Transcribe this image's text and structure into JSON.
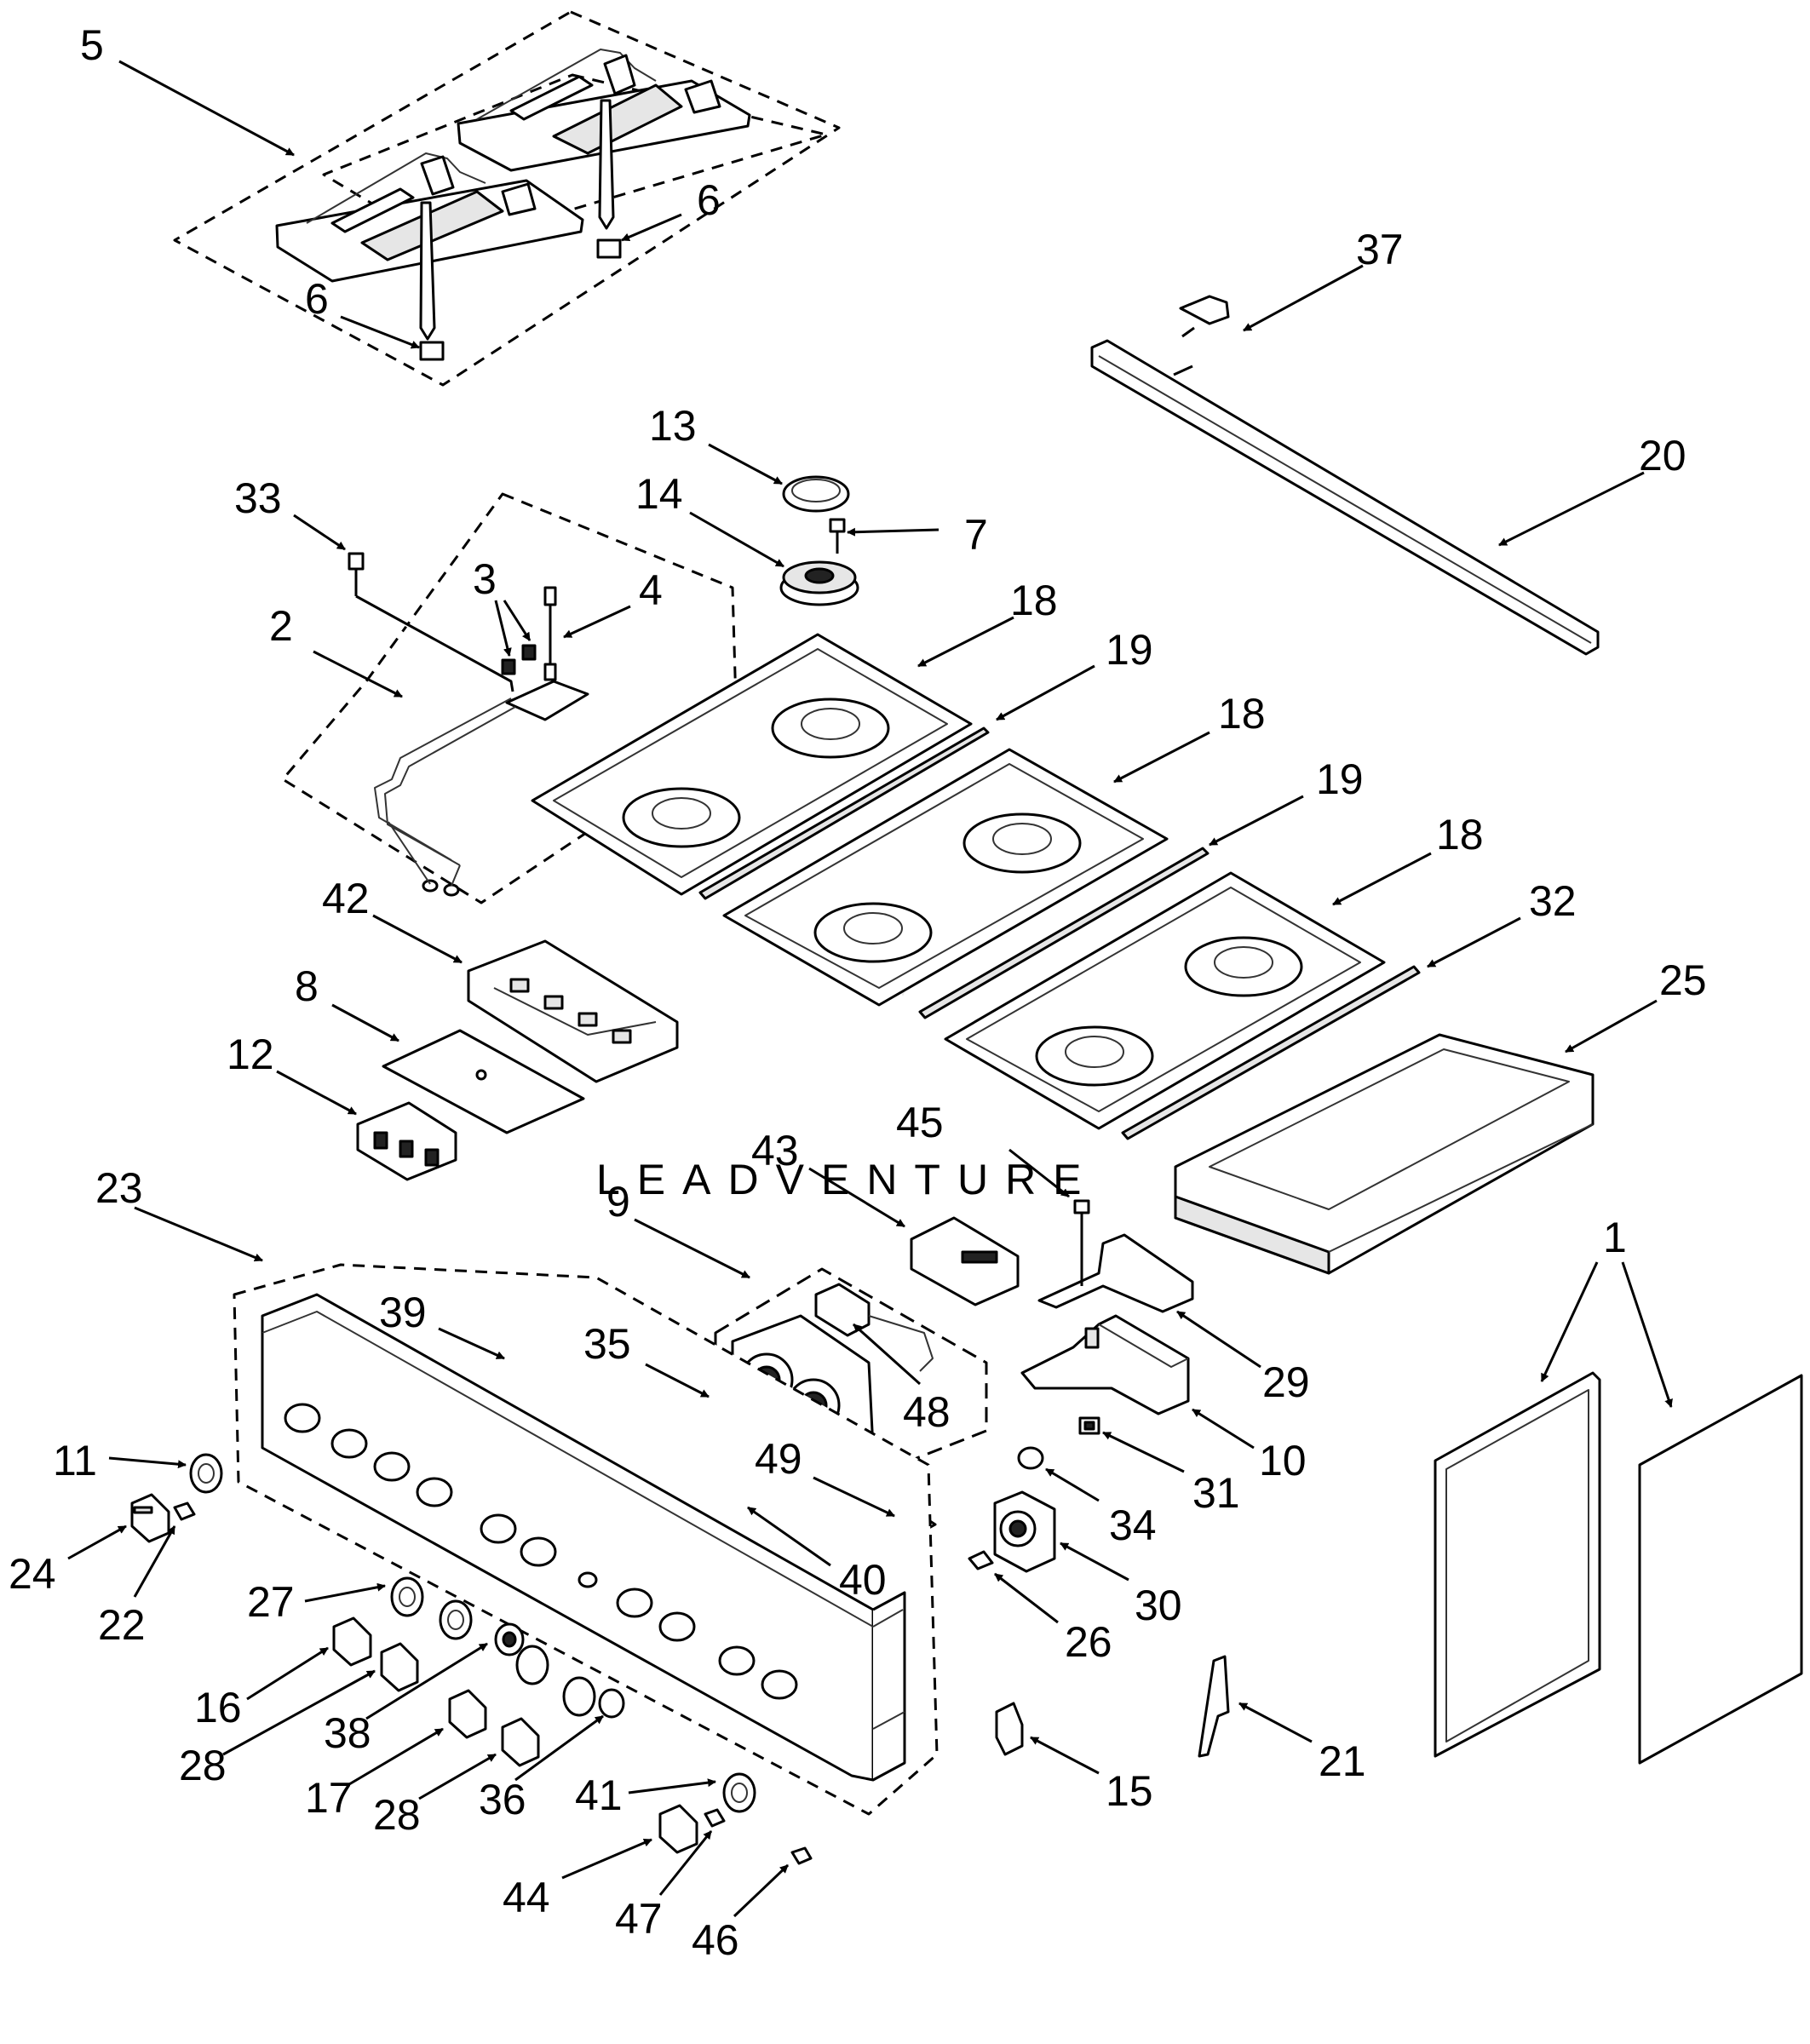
{
  "watermark": "LEADVENTURE",
  "callouts": [
    {
      "id": "5",
      "label": "5"
    },
    {
      "id": "6a",
      "label": "6"
    },
    {
      "id": "6b",
      "label": "6"
    },
    {
      "id": "37",
      "label": "37"
    },
    {
      "id": "20",
      "label": "20"
    },
    {
      "id": "13",
      "label": "13"
    },
    {
      "id": "14",
      "label": "14"
    },
    {
      "id": "7",
      "label": "7"
    },
    {
      "id": "33",
      "label": "33"
    },
    {
      "id": "3",
      "label": "3"
    },
    {
      "id": "4",
      "label": "4"
    },
    {
      "id": "2",
      "label": "2"
    },
    {
      "id": "18a",
      "label": "18"
    },
    {
      "id": "19a",
      "label": "19"
    },
    {
      "id": "18b",
      "label": "18"
    },
    {
      "id": "19b",
      "label": "19"
    },
    {
      "id": "18c",
      "label": "18"
    },
    {
      "id": "32",
      "label": "32"
    },
    {
      "id": "25",
      "label": "25"
    },
    {
      "id": "42",
      "label": "42"
    },
    {
      "id": "8",
      "label": "8"
    },
    {
      "id": "12",
      "label": "12"
    },
    {
      "id": "45",
      "label": "45"
    },
    {
      "id": "43",
      "label": "43"
    },
    {
      "id": "9",
      "label": "9"
    },
    {
      "id": "23",
      "label": "23"
    },
    {
      "id": "39",
      "label": "39"
    },
    {
      "id": "35",
      "label": "35"
    },
    {
      "id": "48",
      "label": "48"
    },
    {
      "id": "29",
      "label": "29"
    },
    {
      "id": "1",
      "label": "1"
    },
    {
      "id": "10",
      "label": "10"
    },
    {
      "id": "11",
      "label": "11"
    },
    {
      "id": "49",
      "label": "49"
    },
    {
      "id": "31",
      "label": "31"
    },
    {
      "id": "34",
      "label": "34"
    },
    {
      "id": "24",
      "label": "24"
    },
    {
      "id": "22",
      "label": "22"
    },
    {
      "id": "40",
      "label": "40"
    },
    {
      "id": "30",
      "label": "30"
    },
    {
      "id": "27",
      "label": "27"
    },
    {
      "id": "26",
      "label": "26"
    },
    {
      "id": "16",
      "label": "16"
    },
    {
      "id": "38",
      "label": "38"
    },
    {
      "id": "28a",
      "label": "28"
    },
    {
      "id": "17",
      "label": "17"
    },
    {
      "id": "28b",
      "label": "28"
    },
    {
      "id": "36",
      "label": "36"
    },
    {
      "id": "21",
      "label": "21"
    },
    {
      "id": "15",
      "label": "15"
    },
    {
      "id": "41",
      "label": "41"
    },
    {
      "id": "44",
      "label": "44"
    },
    {
      "id": "47",
      "label": "47"
    },
    {
      "id": "46",
      "label": "46"
    }
  ]
}
